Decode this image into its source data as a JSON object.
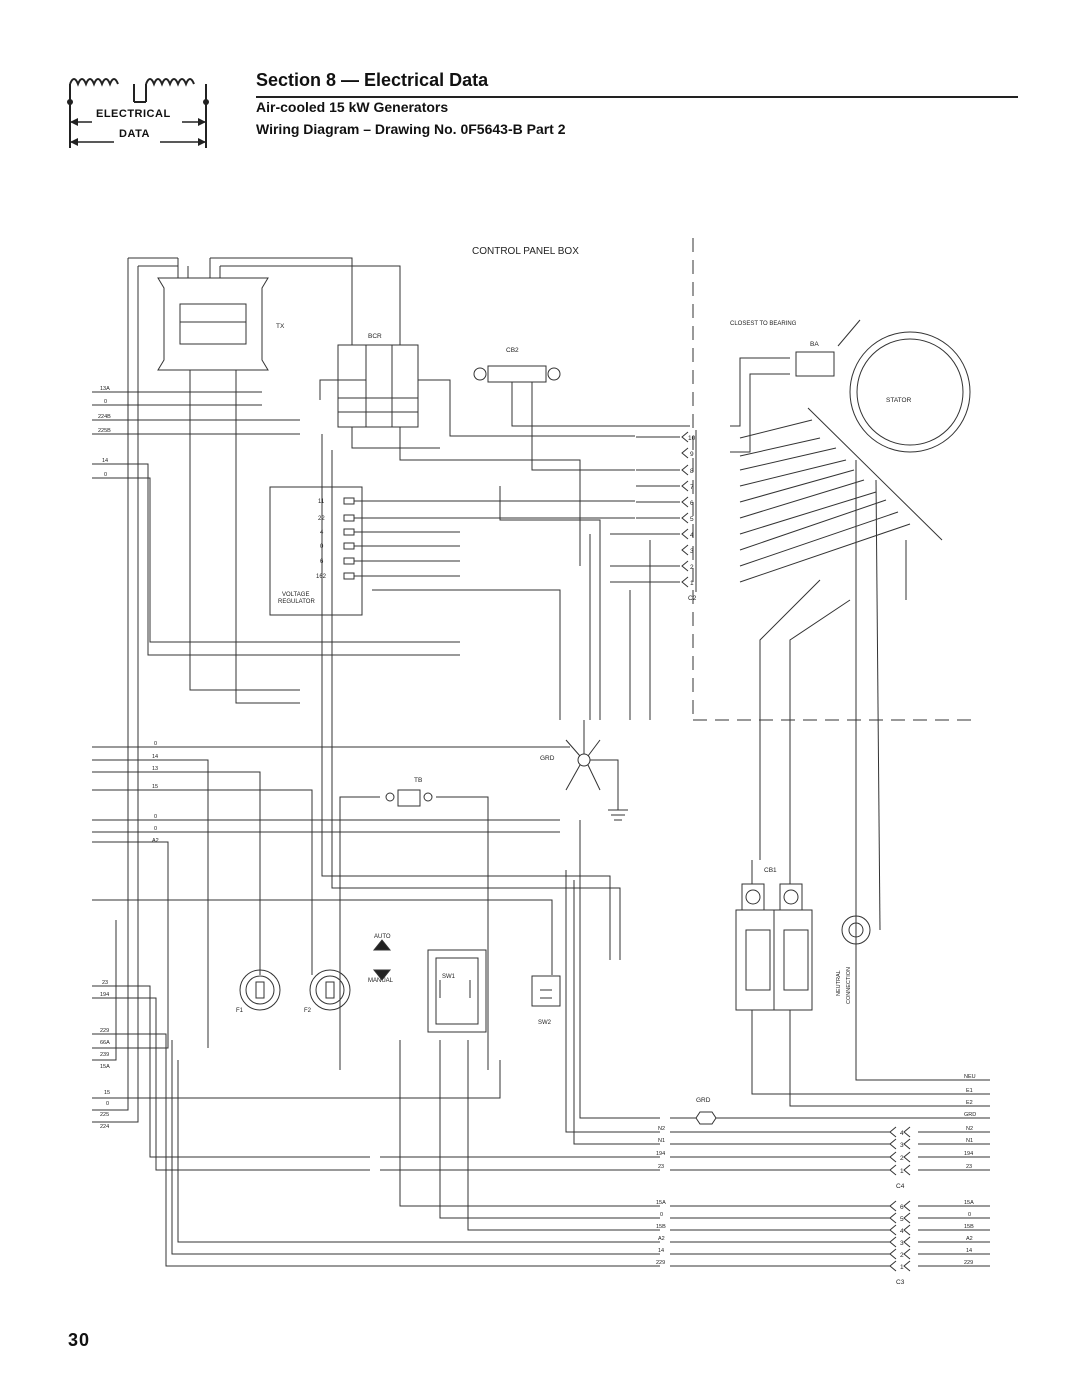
{
  "header": {
    "section_title": "Section 8 — Electrical Data",
    "subtitle_1": "Air-cooled 15 kW Generators",
    "subtitle_2": "Wiring Diagram – Drawing No. 0F5643-B Part 2",
    "logo_line_1": "ELECTRICAL",
    "logo_line_2": "DATA"
  },
  "diagram": {
    "control_panel_label": "CONTROL PANEL BOX",
    "closest_to_bearing": "CLOSEST TO BEARING",
    "stator_label": "STATOR",
    "tx_label": "TX",
    "bcr_label": "BCR",
    "cb2_label": "CB2",
    "ba_label": "BA",
    "tb_label": "TB",
    "grd_label": "GRD",
    "cb1_label": "CB1",
    "sw1_label": "SW1",
    "sw2_label": "SW2",
    "auto_label": "AUTO",
    "manual_label": "MANUAL",
    "f1_label": "F1",
    "f2_label": "F2",
    "vr_label_1": "VOLTAGE",
    "vr_label_2": "REGULATOR",
    "neutral_label_1": "NEUTRAL",
    "neutral_label_2": "CONNECTION",
    "c2_label": "C2",
    "c3_label": "C3",
    "c4_label": "C4",
    "vr_terminals": [
      "11",
      "22",
      "4",
      "0",
      "6",
      "162"
    ],
    "connector_c2_pins": [
      "10",
      "9",
      "8",
      "7",
      "6",
      "5",
      "4",
      "3",
      "2",
      "1"
    ],
    "connector_c4_pins": [
      "4",
      "3",
      "2",
      "1"
    ],
    "connector_c3_pins": [
      "6",
      "5",
      "4",
      "3",
      "2",
      "1"
    ],
    "left_wires_top": [
      "13A",
      "0",
      "224B",
      "225B",
      "14",
      "0"
    ],
    "left_wires_mid": [
      "0",
      "14",
      "13",
      "15",
      "0",
      "0",
      "A2"
    ],
    "left_wires_bottom": [
      "23",
      "194",
      "229",
      "66A",
      "239",
      "15A",
      "15",
      "0",
      "225",
      "224"
    ],
    "right_terminal_wires": [
      "NEU",
      "E1",
      "E2",
      "GRD",
      "N2",
      "N1",
      "194",
      "23"
    ],
    "c3_right_wires": [
      "15A",
      "0",
      "15B",
      "A2",
      "14",
      "229"
    ],
    "c3_left_wires": [
      "15A",
      "0",
      "15B",
      "A2",
      "14",
      "229"
    ],
    "c4_left_wires": [
      "N2",
      "N1",
      "194",
      "23"
    ]
  },
  "page_number": "30"
}
